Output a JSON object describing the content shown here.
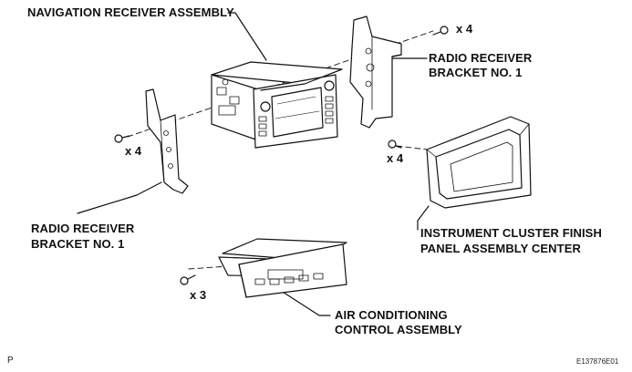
{
  "labels": {
    "nav_receiver": "NAVIGATION RECEIVER ASSEMBLY",
    "bracket_right_line1": "RADIO RECEIVER",
    "bracket_right_line2": "BRACKET NO. 1",
    "bracket_left_line1": "RADIO RECEIVER",
    "bracket_left_line2": "BRACKET NO. 1",
    "cluster_line1": "INSTRUMENT CLUSTER FINISH",
    "cluster_line2": "PANEL ASSEMBLY CENTER",
    "ac_line1": "AIR CONDITIONING",
    "ac_line2": "CONTROL ASSEMBLY"
  },
  "quantities": {
    "screws_top_right": "x 4",
    "screws_left": "x 4",
    "screws_cluster": "x 4",
    "screws_ac": "x 3"
  },
  "corner": {
    "left_mark": "P",
    "figure_code": "E137876E01"
  }
}
